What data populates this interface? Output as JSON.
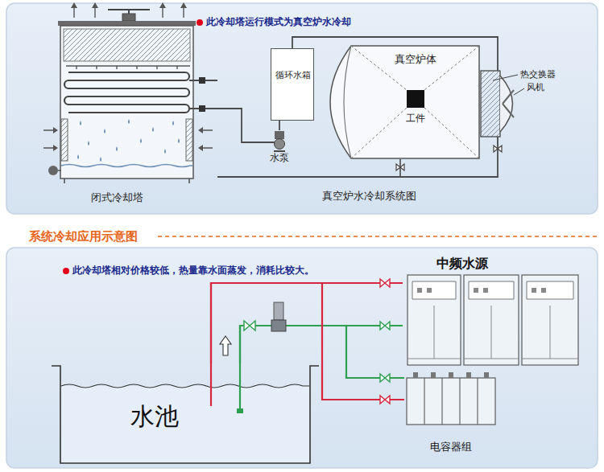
{
  "diagram": {
    "title": "系统冷却应用示意图",
    "nodes": [
      {
        "text": [
          "闭式冷却塔"
        ]
      },
      {
        "text": [
          "循环水箱"
        ]
      },
      {
        "text": [
          "水泵"
        ]
      },
      {
        "text": [
          "真空炉体"
        ]
      },
      {
        "text": [
          "工件"
        ],
        "in": 3
      },
      {
        "text": [
          "热交换器",
          "风机"
        ]
      },
      {
        "text": [
          "中频水源"
        ]
      },
      {
        "text": [
          "电容器组"
        ]
      },
      {
        "text": [
          "水池"
        ]
      }
    ],
    "edges": [
      {
        "from": 0,
        "to": 2,
        "arrow": "none"
      },
      {
        "from": 2,
        "to": 1,
        "arrow": "none"
      },
      {
        "from": 1,
        "to": 5,
        "arrow": "none"
      },
      {
        "from": 5,
        "to": 0,
        "arrow": "none"
      },
      {
        "from": 8,
        "to": 6,
        "arrow": "none"
      },
      {
        "from": 8,
        "to": 7,
        "arrow": "none"
      },
      {
        "from": 6,
        "to": 8,
        "arrow": "none"
      },
      {
        "from": 7,
        "to": 8,
        "arrow": "none"
      }
    ],
    "labels": [
      "此冷却塔运行模式为真空炉水冷却",
      "真空炉水冷却系统图",
      "此冷却塔相对价格较低，热量靠水面蒸发，消耗比较大。"
    ]
  }
}
